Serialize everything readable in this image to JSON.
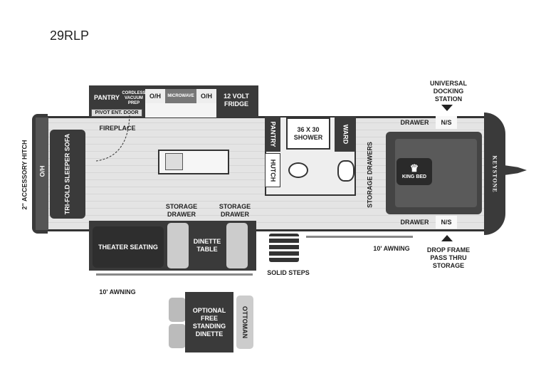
{
  "title": "29RLP",
  "brand": "KEYSTONE",
  "labels": {
    "pantry_top": "PANTRY",
    "cordless_vacuum_prep": "CORDLESS VACUUM PREP",
    "oh1": "O/H",
    "microwave": "MICROWAVE",
    "oh2": "O/H",
    "fridge": "12 VOLT FRIDGE",
    "pivot_door": "PIVOT ENT. DOOR",
    "fireplace": "FIREPLACE",
    "accessory_hitch": "2\" ACCESSORY HITCH",
    "oh_rear": "O/H",
    "sofa": "TRI-FOLD SLEEPER SOFA",
    "pantry_side": "PANTRY",
    "hutch": "HUTCH",
    "shower": "36 X 30 SHOWER",
    "ward": "WARD",
    "storage_drawers": "STORAGE DRAWERS",
    "drawer_top": "DRAWER",
    "ns_top": "N/S",
    "drawer_bottom": "DRAWER",
    "ns_bottom": "N/S",
    "king_bed": "KING BED",
    "docking_station": "UNIVERSAL DOCKING STATION",
    "drop_frame": "DROP FRAME PASS THRU STORAGE",
    "storage_drawer_1": "STORAGE DRAWER",
    "storage_drawer_2": "STORAGE DRAWER",
    "theater_seating": "THEATER SEATING",
    "dinette_table": "DINETTE TABLE",
    "awning_right": "10' AWNING",
    "awning_left": "10' AWNING",
    "solid_steps": "SOLID STEPS",
    "optional_dinette": "OPTIONAL FREE STANDING DINETTE",
    "ottoman": "OTTOMAN"
  }
}
